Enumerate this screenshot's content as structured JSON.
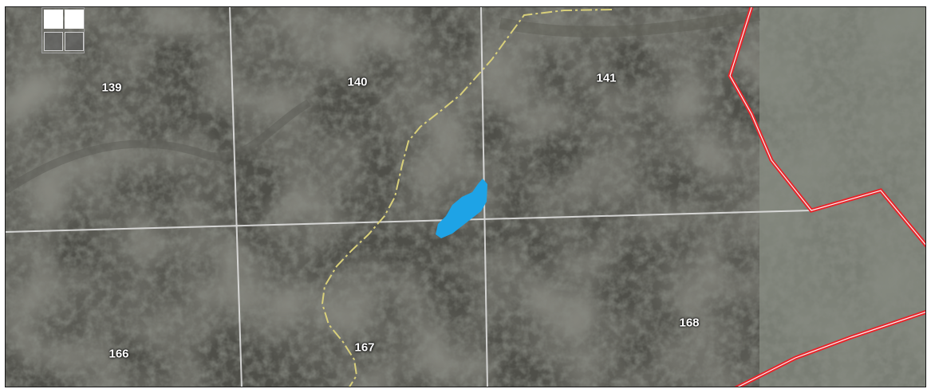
{
  "map": {
    "sections": [
      {
        "id": "s139",
        "label": "139"
      },
      {
        "id": "s140",
        "label": "140"
      },
      {
        "id": "s141",
        "label": "141"
      },
      {
        "id": "s166",
        "label": "166"
      },
      {
        "id": "s167",
        "label": "167"
      },
      {
        "id": "s168",
        "label": "168"
      }
    ],
    "colors": {
      "section_lines": "#e6e6e6",
      "trail": "#d8cf7a",
      "boundary": "#e8242a",
      "water": "#1ea3e6",
      "imagery_dark": "#4a4a44",
      "imagery_light": "#8a8e84"
    },
    "layers": [
      "aerial-imagery",
      "section-grid",
      "trail",
      "boundary",
      "water-body",
      "overview-widget"
    ]
  }
}
